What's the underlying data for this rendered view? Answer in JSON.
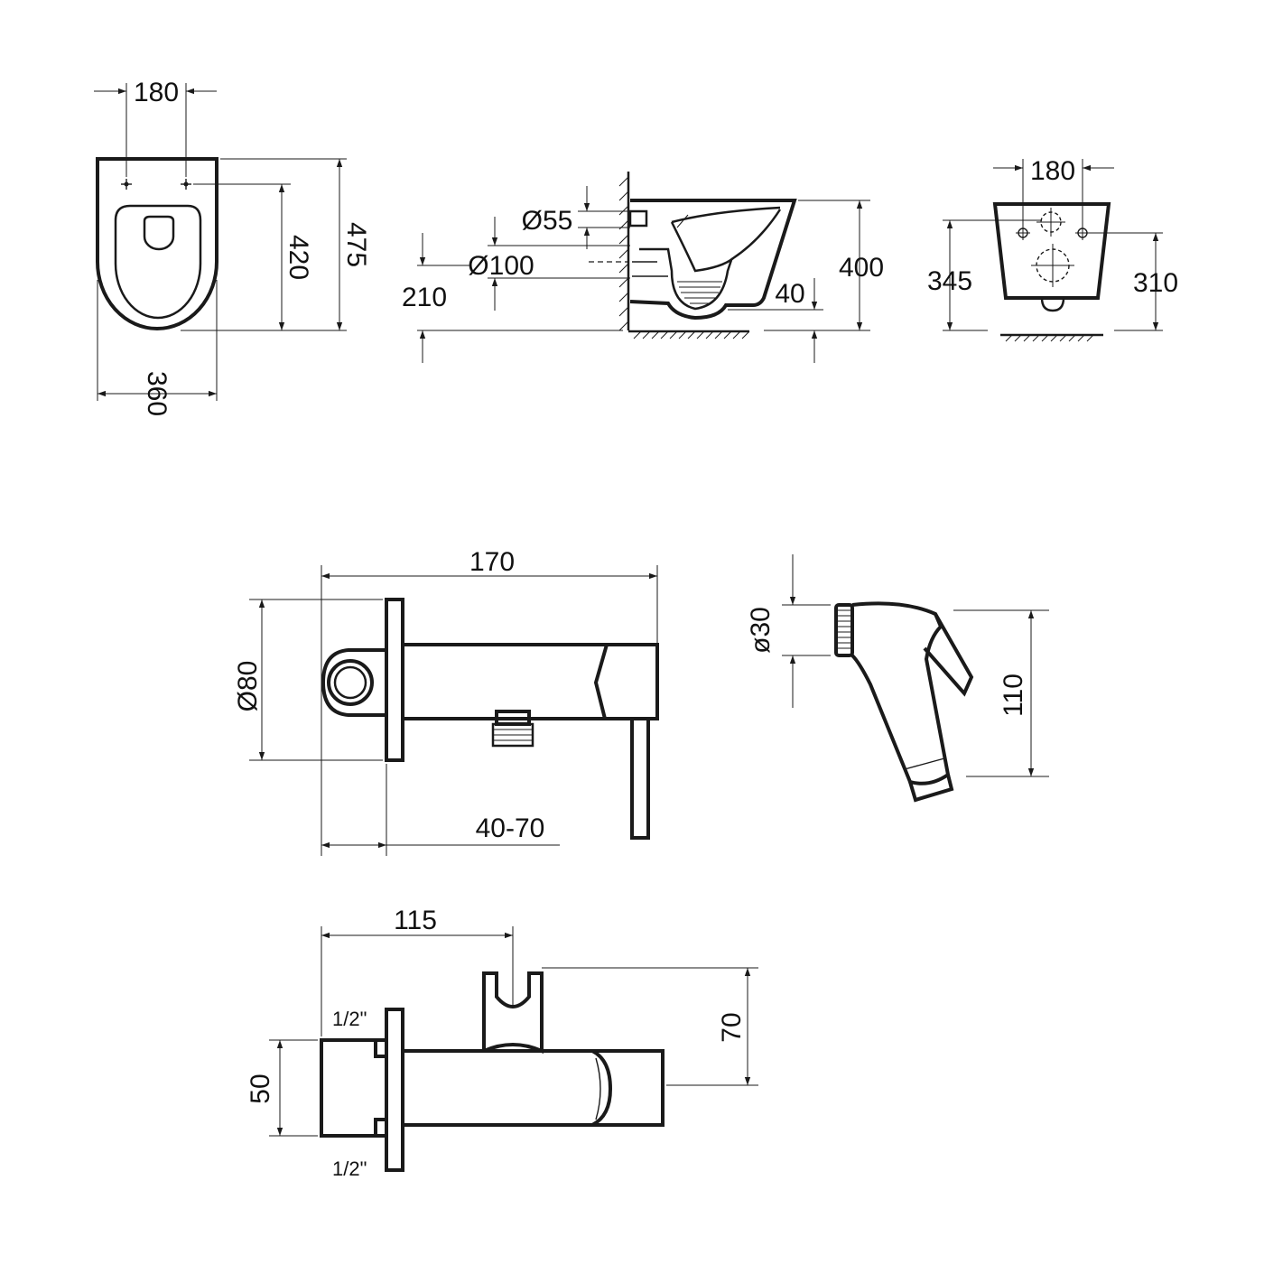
{
  "toilet_top_view": {
    "dim_mount_holes": "180",
    "dim_length_outer": "475",
    "dim_length_inner": "420",
    "dim_width": "360"
  },
  "toilet_side_view": {
    "dim_inlet": "Ø55",
    "dim_outlet": "Ø100",
    "dim_outlet_height": "210",
    "dim_height": "400",
    "dim_bottom": "40"
  },
  "toilet_back_view": {
    "dim_mount_holes": "180",
    "dim_left_height": "345",
    "dim_right_height": "310"
  },
  "valve_front_view": {
    "dim_length": "170",
    "dim_flange": "Ø80",
    "dim_depth": "40-70"
  },
  "hand_shower": {
    "dim_diameter": "ø30",
    "dim_height": "110"
  },
  "valve_top_view": {
    "dim_length": "115",
    "dim_height": "70",
    "dim_width": "50",
    "thread_top": "1/2\"",
    "thread_bottom": "1/2\""
  }
}
